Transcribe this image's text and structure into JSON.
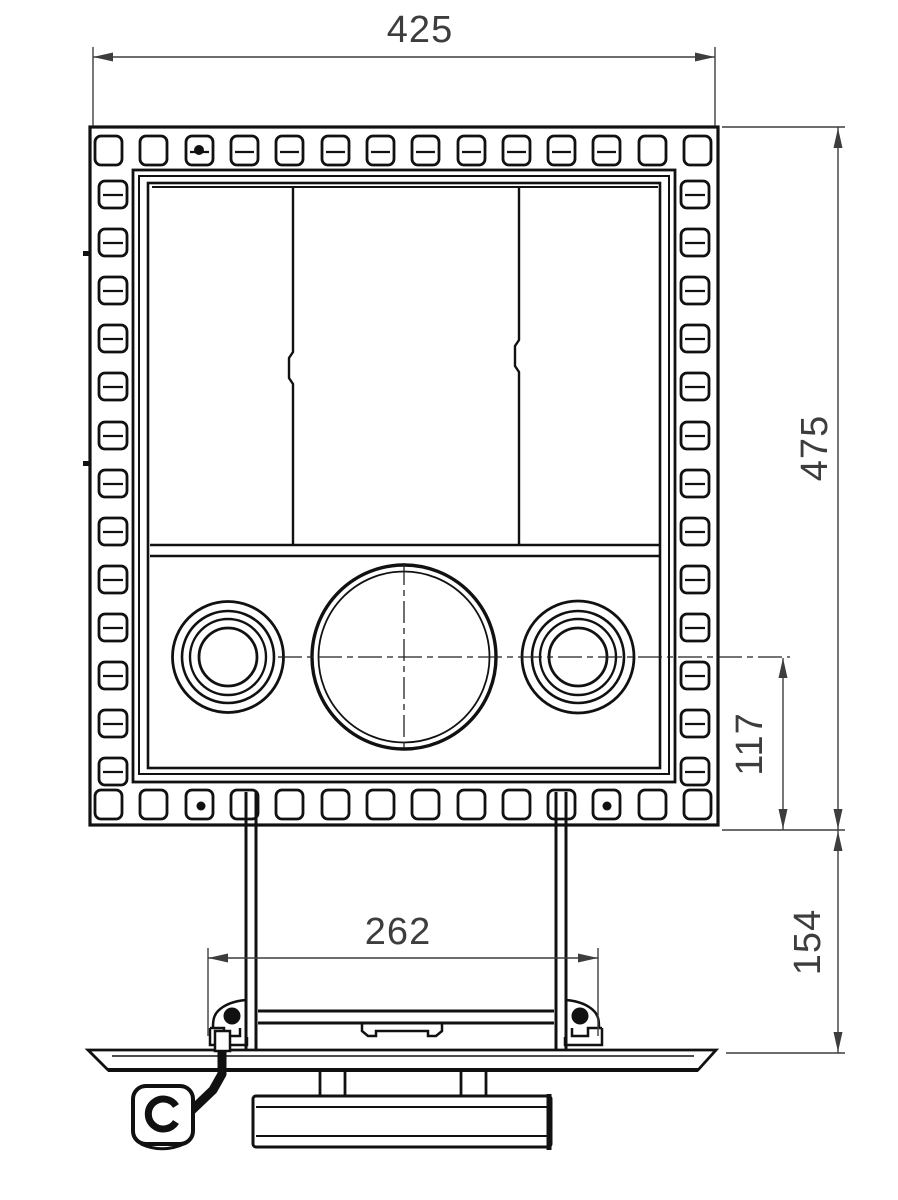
{
  "drawing": {
    "type": "technical-drawing",
    "view": "stove-front-elevation",
    "background": "#ffffff",
    "line_color": "#111111",
    "dimension_color": "#3d3d3d",
    "dimensions": {
      "overall_width": "425",
      "overall_height": "475",
      "flue_centerline_offset": "117",
      "base_section_height": "154",
      "foot_spacing": "262"
    }
  }
}
